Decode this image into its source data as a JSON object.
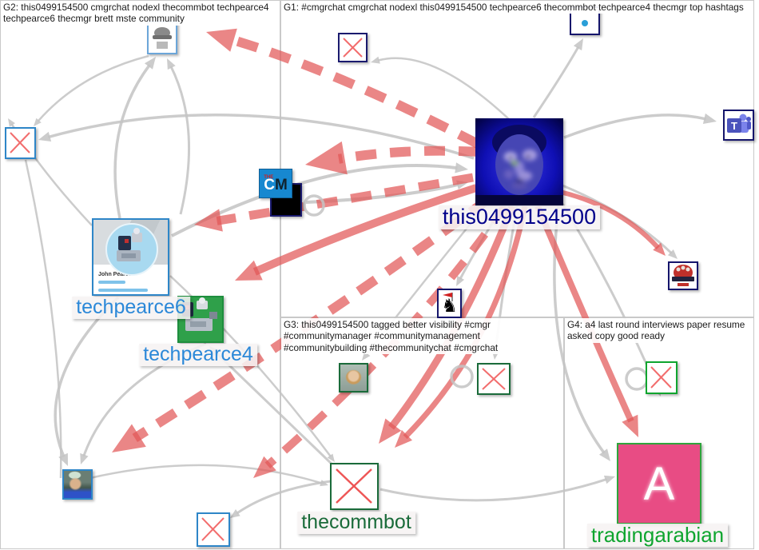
{
  "groups": {
    "g1": {
      "label": "G1: #cmgrchat cmgrchat nodexl this0499154500 techpearce6 thecommbot techpearce4 thecmgr top hashtags"
    },
    "g2": {
      "label": "G2: this0499154500 cmgrchat nodexl thecommbot techpearce4 techpearce6 thecmgr brett mste community"
    },
    "g3": {
      "label": "G3: this0499154500 tagged better visibility #cmgr #communitymanager #communitymanagement #communitybuilding #thecommunitychat #cmgrchat"
    },
    "g4": {
      "label": "G4: a4 last round interviews paper resume asked copy good ready"
    }
  },
  "nodes": {
    "central": {
      "label": "this0499154500"
    },
    "techpearce6": {
      "label": "techpearce6",
      "card_name": "John Pearce"
    },
    "techpearce4": {
      "label": "techpearce4"
    },
    "thecommbot": {
      "label": "thecommbot"
    },
    "tradingarabian": {
      "label": "tradingarabian",
      "letter": "A"
    },
    "cm_logo": {
      "the": "THE",
      "c": "C",
      "m": "M"
    },
    "teams": {
      "t": "T"
    },
    "knight": {
      "glyph": "♞"
    }
  },
  "colors": {
    "edge_gray": "#c3c3c3",
    "edge_red": "#e25858",
    "label_navy": "#00008b",
    "label_blue": "#2b88d8",
    "label_darkgreen": "#1a6b3a",
    "label_green": "#0fa52f",
    "trading_pink": "#e84c84"
  },
  "edges": [
    {
      "p": [
        215,
        295,
        420,
        190,
        586,
        212
      ],
      "w": 4,
      "a": 16,
      "t": "g"
    },
    {
      "p": [
        383,
        253,
        500,
        248,
        586,
        228
      ],
      "w": 4,
      "a": 14,
      "t": "g"
    },
    {
      "p": [
        706,
        172,
        810,
        132,
        897,
        152
      ],
      "w": 3.5,
      "a": 16,
      "t": "g"
    },
    {
      "p": [
        668,
        147,
        703,
        95,
        730,
        48
      ],
      "w": 3,
      "a": 14,
      "t": "g"
    },
    {
      "p": [
        704,
        232,
        790,
        268,
        848,
        324
      ],
      "w": 3,
      "a": 12,
      "t": "g"
    },
    {
      "p": [
        699,
        257,
        676,
        460,
        764,
        577
      ],
      "w": 3.5,
      "a": 15,
      "t": "g"
    },
    {
      "p": [
        476,
        612,
        620,
        645,
        770,
        596
      ],
      "w": 3,
      "a": 13,
      "t": "g"
    },
    {
      "p": [
        701,
        250,
        768,
        360,
        827,
        496
      ],
      "w": 3,
      "a": 13,
      "t": "g"
    },
    {
      "p": [
        647,
        258,
        630,
        355,
        619,
        450
      ],
      "w": 3,
      "a": 12,
      "t": "g"
    },
    {
      "p": [
        629,
        258,
        598,
        308,
        571,
        358
      ],
      "w": 3,
      "a": 12,
      "t": "g"
    },
    {
      "p": [
        609,
        255,
        528,
        355,
        453,
        451
      ],
      "w": 2.5,
      "a": 11,
      "t": "g"
    },
    {
      "p": [
        593,
        198,
        300,
        105,
        48,
        175
      ],
      "w": 3.5,
      "a": 15,
      "t": "g"
    },
    {
      "p": [
        150,
        273,
        128,
        160,
        195,
        71
      ],
      "w": 3.5,
      "a": 15,
      "t": "g"
    },
    {
      "p": [
        226,
        268,
        252,
        160,
        209,
        73
      ],
      "w": 3,
      "a": 13,
      "t": "g"
    },
    {
      "p": [
        148,
        372,
        40,
        478,
        85,
        583
      ],
      "w": 3.5,
      "a": 15,
      "t": "g"
    },
    {
      "p": [
        258,
        430,
        138,
        478,
        101,
        581
      ],
      "w": 3,
      "a": 13,
      "t": "g"
    },
    {
      "p": [
        115,
        282,
        55,
        218,
        10,
        148
      ],
      "w": 2.5,
      "a": 10,
      "t": "g"
    },
    {
      "p": [
        420,
        585,
        330,
        498,
        262,
        433
      ],
      "w": 3,
      "a": 13,
      "t": "g"
    },
    {
      "p": [
        414,
        602,
        340,
        612,
        288,
        648
      ],
      "w": 3,
      "a": 12,
      "t": "g"
    },
    {
      "p": [
        78,
        607,
        250,
        558,
        411,
        607
      ],
      "w": 2.5,
      "a": 10,
      "t": "g"
    },
    {
      "p": [
        213,
        345,
        320,
        445,
        419,
        578
      ],
      "w": 2.5,
      "a": 10,
      "t": "g"
    },
    {
      "p": [
        638,
        150,
        540,
        58,
        464,
        78
      ],
      "w": 2.5,
      "a": 11,
      "t": "g"
    },
    {
      "p": [
        186,
        70,
        100,
        92,
        42,
        158
      ],
      "w": 2.5,
      "a": 10,
      "t": "g"
    },
    {
      "p": [
        32,
        200,
        80,
        420,
        76,
        598
      ],
      "w": 2.5,
      "a": 0,
      "t": "g"
    },
    {
      "p": [
        598,
        180,
        420,
        88,
        258,
        40
      ],
      "w": 12,
      "a": 36,
      "t": "rd"
    },
    {
      "p": [
        600,
        190,
        505,
        185,
        382,
        206
      ],
      "w": 12,
      "a": 50,
      "t": "rd"
    },
    {
      "p": [
        592,
        222,
        420,
        252,
        243,
        281
      ],
      "w": 11,
      "a": 34,
      "t": "rd"
    },
    {
      "p": [
        596,
        235,
        450,
        282,
        294,
        351
      ],
      "w": 10,
      "a": 32,
      "t": "r"
    },
    {
      "p": [
        632,
        258,
        520,
        420,
        317,
        598
      ],
      "w": 10,
      "a": 28,
      "t": "rd"
    },
    {
      "p": [
        610,
        250,
        420,
        390,
        140,
        566
      ],
      "w": 12,
      "a": 40,
      "t": "rd"
    },
    {
      "p": [
        641,
        258,
        578,
        420,
        474,
        555
      ],
      "w": 9,
      "a": 30,
      "t": "r"
    },
    {
      "p": [
        657,
        258,
        622,
        430,
        494,
        560
      ],
      "w": 7,
      "a": 22,
      "t": "r"
    },
    {
      "p": [
        673,
        258,
        733,
        400,
        799,
        547
      ],
      "w": 8,
      "a": 26,
      "t": "r"
    },
    {
      "p": [
        701,
        240,
        776,
        258,
        833,
        320
      ],
      "w": 6,
      "a": 16,
      "t": "r"
    }
  ],
  "loops": [
    [
      393,
      257,
      12
    ],
    [
      578,
      471,
      13
    ],
    [
      797,
      474,
      13
    ]
  ]
}
